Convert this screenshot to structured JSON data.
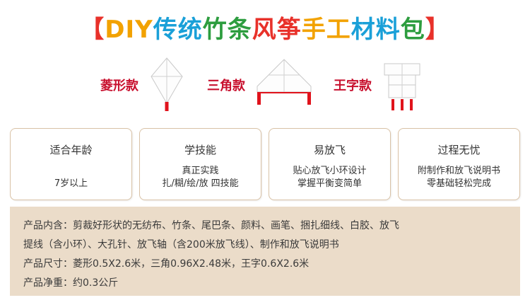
{
  "title": {
    "chars": [
      "【",
      "D",
      "I",
      "Y",
      "传",
      "统",
      "竹",
      "条",
      "风",
      "筝",
      "手",
      "工",
      "材",
      "料",
      "包",
      "】"
    ],
    "colors": [
      "#e8312a",
      "#f2a200",
      "#f2a200",
      "#f2a200",
      "#1aa0d8",
      "#1aa0d8",
      "#2d9d3f",
      "#2d9d3f",
      "#e8312a",
      "#e8312a",
      "#f2a200",
      "#f2a200",
      "#1aa0d8",
      "#1aa0d8",
      "#2d9d3f",
      "#e8312a"
    ]
  },
  "kites": [
    {
      "label": "菱形款",
      "shape": "diamond-kite-icon"
    },
    {
      "label": "三角款",
      "shape": "triangle-kite-icon"
    },
    {
      "label": "王字款",
      "shape": "wang-kite-icon"
    }
  ],
  "cards": [
    {
      "title": "适合年龄",
      "lines": [
        "7岁以上"
      ]
    },
    {
      "title": "学技能",
      "lines": [
        "真正实践",
        "扎/糊/绘/放 四技能"
      ]
    },
    {
      "title": "易放飞",
      "lines": [
        "贴心放飞小环设计",
        "掌握平衡变简单"
      ]
    },
    {
      "title": "过程无忧",
      "lines": [
        "附制作和放飞说明书",
        "零基础轻松完成"
      ]
    }
  ],
  "info": {
    "lines": [
      "产品内含：剪裁好形状的无纺布、竹条、尾巴条、颜料、画笔、捆扎细线、白胶、放飞",
      "提线（含小环）、大孔针、放飞轴（含200米放飞线）、制作和放飞说明书",
      "产品尺寸：菱形0.5X2.6米，三角0.96X2.48米，王字0.6X2.6米",
      "产品净重：约0.3公斤"
    ]
  },
  "colors": {
    "accent_red": "#c8102e",
    "card_border": "#d9c2a6",
    "info_bg": "#ebdcc9"
  }
}
